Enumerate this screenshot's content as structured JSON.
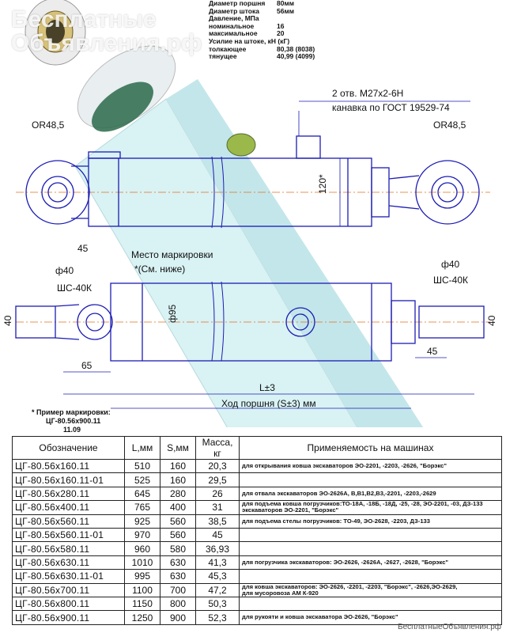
{
  "specs": {
    "rows": [
      {
        "label": "Диаметр поршня",
        "value": "80мм"
      },
      {
        "label": "Диаметр штока",
        "value": "56мм"
      },
      {
        "label": "Давление, МПа",
        "value": ""
      },
      {
        "label": "номинальное",
        "value": "16"
      },
      {
        "label": "максимальное",
        "value": "20"
      },
      {
        "label": "Усилие на штоке, кН (кГ)",
        "value": ""
      },
      {
        "label": "толкающее",
        "value": "80,38 (8038)"
      },
      {
        "label": "тянущее",
        "value": "40,99 (4099)"
      }
    ]
  },
  "watermark": {
    "line1": "Бесплатные",
    "line2": "Объявления.рф"
  },
  "drawing": {
    "thread_note_1": "2 отв. М27х2-6Н",
    "thread_note_2": "канавка по ГОСТ 19529-74",
    "radius_left": "OR48,5",
    "radius_right": "OR48,5",
    "dim_120": "120*",
    "dim_45_top": "45",
    "dim_40_top_left": "ф40",
    "dim_40_top_right": "ф40",
    "marking_label": "Место маркировки",
    "marking_note": "*(См. ниже)",
    "bearing_left": "ШС-40К",
    "bearing_right": "ШС-40К",
    "dim_95": "ф95",
    "dim_40_side_left": "40",
    "dim_40_side_right": "40",
    "dim_65": "65",
    "dim_45_bottom": "45",
    "dim_L": "L±3",
    "stroke_label": "Ход поршня (S±3) мм"
  },
  "example": {
    "line1": "* Пример маркировки:",
    "line2": "ЦГ-80.56х900.11",
    "line3": "11.09"
  },
  "table": {
    "headers": [
      "Обозначение",
      "L,мм",
      "S,мм",
      "Масса, кг",
      "Применяемость на машинах"
    ],
    "rows": [
      {
        "code": "ЦГ-80.56х160.11",
        "L": "510",
        "S": "160",
        "mass": "20,3",
        "app": [
          "для открывания ковша экскаваторов ЭО-2201, -2203, -2626, \"Борэкс\""
        ]
      },
      {
        "code": "ЦГ-80.56х160.11-01",
        "L": "525",
        "S": "160",
        "mass": "29,5",
        "app": [
          ""
        ]
      },
      {
        "code": "ЦГ-80.56х280.11",
        "L": "645",
        "S": "280",
        "mass": "26",
        "app": [
          "для отвала экскаваторов ЭО-2626А, В,В1,В2,В3,-2201, -2203,-2629"
        ]
      },
      {
        "code": "ЦГ-80.56х400.11",
        "L": "765",
        "A": "",
        "S": "400",
        "mass": "31",
        "app": [
          "для подъема ковша погрузчиков:ТО-18А, -18Б, -18Д, -25, -28, ЭО-2201, -03, ДЗ-133",
          "экскаваторов ЭО-2201, \"Борэкс\""
        ]
      },
      {
        "code": "ЦГ-80.56х560.11",
        "L": "925",
        "S": "560",
        "mass": "38,5",
        "app": [
          "для подъема стелы погрузчиков: ТО-49, ЭО-2628, -2203, ДЗ-133"
        ]
      },
      {
        "code": "ЦГ-80.56х560.11-01",
        "L": "970",
        "S": "560",
        "mass": "45",
        "app": [
          ""
        ]
      },
      {
        "code": "ЦГ-80.56х580.11",
        "L": "960",
        "S": "580",
        "mass": "36,93",
        "app": [
          ""
        ]
      },
      {
        "code": "ЦГ-80.56х630.11",
        "L": "1010",
        "S": "630",
        "mass": "41,3",
        "app": [
          "для погрузчика экскаваторов: ЭО-2626, -2626А, -2627, -2628, \"Борэкс\""
        ]
      },
      {
        "code": "ЦГ-80.56х630.11-01",
        "L": "995",
        "S": "630",
        "mass": "45,3",
        "app": [
          ""
        ]
      },
      {
        "code": "ЦГ-80.56х700.11",
        "L": "1100",
        "S": "700",
        "mass": "47,2",
        "app": [
          "для ковша экскаваторов: ЭО-2626, -2201, -2203, \"Борэкс\", -2626,ЭО-2629,",
          "для мусоровоза АМ К-920"
        ]
      },
      {
        "code": "ЦГ-80.56х800.11",
        "L": "1150",
        "S": "800",
        "mass": "50,3",
        "app": [
          ""
        ]
      },
      {
        "code": "ЦГ-80.56х900.11",
        "L": "1250",
        "S": "900",
        "mass": "52,3",
        "app": [
          "для рукояти и ковша экскаватора ЭО-2626, \"Борэкс\""
        ]
      }
    ]
  },
  "footer": {
    "text": "БесплатныеОбъявления.рф"
  },
  "colors": {
    "line": "#1c1cb4",
    "cylinder": "#d9f2f4",
    "axis": "#e07020"
  }
}
